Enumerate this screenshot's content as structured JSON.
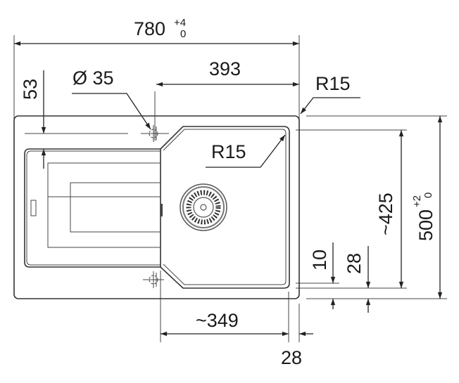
{
  "diagram": {
    "overall_width": {
      "value": "780",
      "tol_upper": "+4",
      "tol_lower": "0"
    },
    "bowl_offset": "393",
    "edge_offset": "53",
    "tap_hole": "Ø 35",
    "outer_radius": "R15",
    "bowl_radius": "R15",
    "bowl_depth": "~425",
    "overall_depth": {
      "value": "500",
      "tol_upper": "+2",
      "tol_lower": "0"
    },
    "bottom_margin_a": "10",
    "bottom_margin_b": "28",
    "bowl_width": "~349",
    "right_margin": "28"
  }
}
